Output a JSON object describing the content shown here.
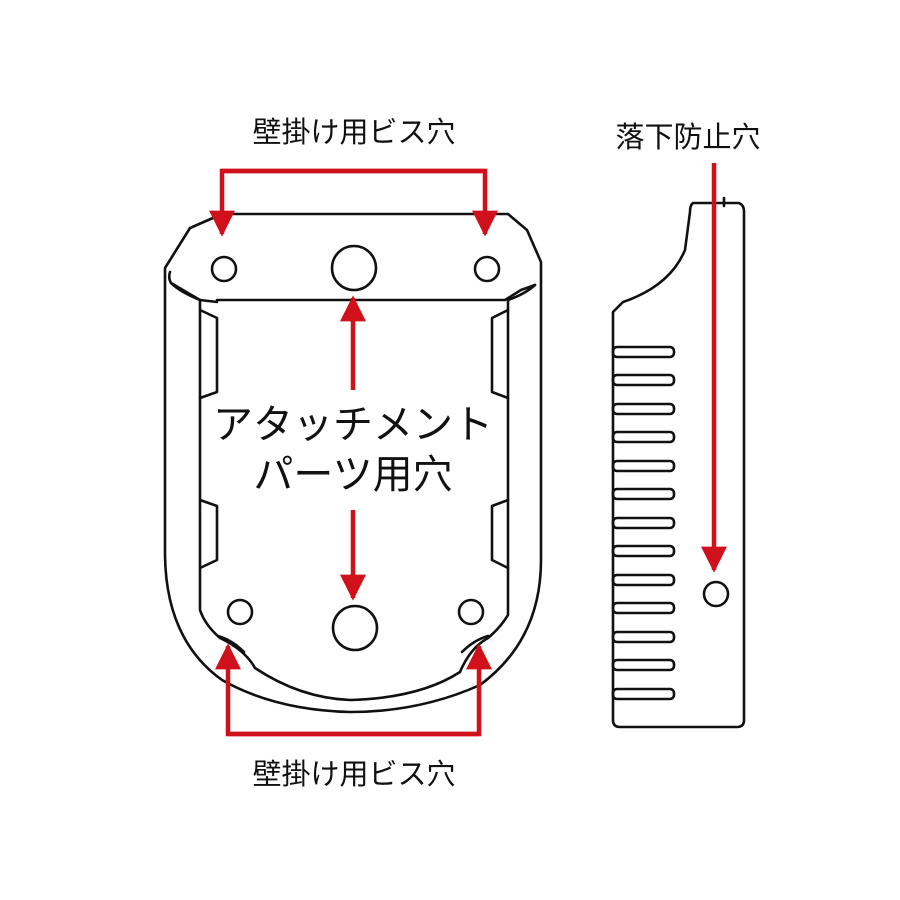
{
  "labels": {
    "top_screw_holes": "壁掛け用ビス穴",
    "bottom_screw_holes": "壁掛け用ビス穴",
    "fall_prevention_hole": "落下防止穴",
    "attachment_line1": "アタッチメント",
    "attachment_line2": "パーツ用穴"
  },
  "colors": {
    "arrow": "#d0101a",
    "outline": "#111111",
    "background": "#ffffff"
  }
}
